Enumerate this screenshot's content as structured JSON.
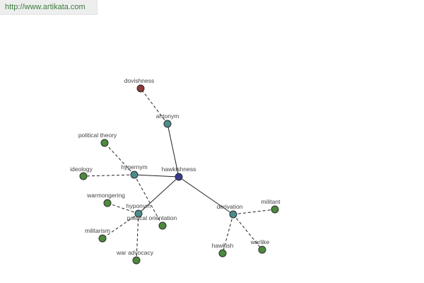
{
  "url": "http://www.artikata.com",
  "colors": {
    "center": "#3a3a92",
    "relation": "#4a8c8c",
    "word": "#4c8a3c",
    "antonym_word": "#8c3a3a",
    "node_stroke": "#2e2e2e",
    "edge": "#222222"
  },
  "graph": {
    "center": {
      "id": "center",
      "label": "hawkishness"
    },
    "relations": [
      {
        "id": "antonym",
        "label": "antonym"
      },
      {
        "id": "hypernym",
        "label": "hypernym"
      },
      {
        "id": "hyponym",
        "label": "hyponym"
      },
      {
        "id": "derivation",
        "label": "derivation"
      }
    ],
    "words": [
      {
        "id": "dovishness",
        "label": "dovishness",
        "relation": "antonym",
        "kind": "antonym_word"
      },
      {
        "id": "political-theory",
        "label": "political theory",
        "relation": "hypernym",
        "kind": "word"
      },
      {
        "id": "ideology",
        "label": "ideology",
        "relation": "hypernym",
        "kind": "word"
      },
      {
        "id": "political-orientation",
        "label": "political orientation",
        "relation": "hypernym",
        "kind": "word"
      },
      {
        "id": "warmongering",
        "label": "warmongering",
        "relation": "hyponym",
        "kind": "word"
      },
      {
        "id": "militarism",
        "label": "militarism",
        "relation": "hyponym",
        "kind": "word"
      },
      {
        "id": "war-advocacy",
        "label": "war advocacy",
        "relation": "hyponym",
        "kind": "word"
      },
      {
        "id": "militant",
        "label": "militant",
        "relation": "derivation",
        "kind": "word"
      },
      {
        "id": "hawkish",
        "label": "hawkish",
        "relation": "derivation",
        "kind": "word"
      },
      {
        "id": "warlike",
        "label": "warlike",
        "relation": "derivation",
        "kind": "word"
      }
    ]
  }
}
